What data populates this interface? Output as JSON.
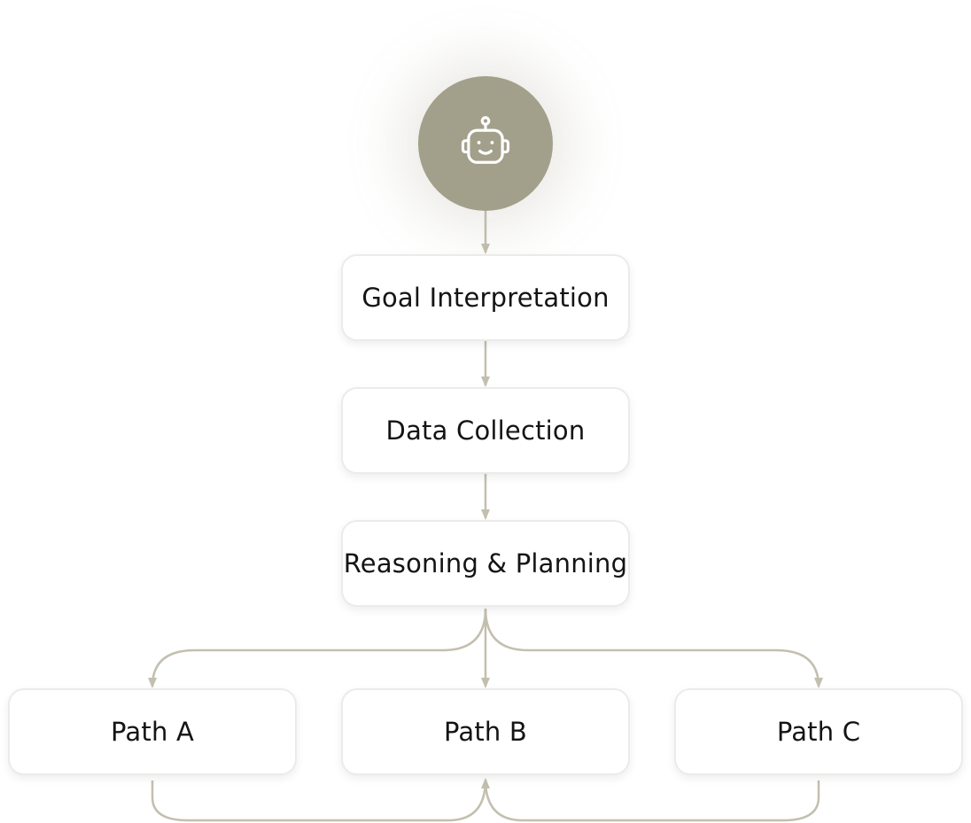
{
  "agent": {
    "icon": "robot-icon",
    "color": "#a29f8b"
  },
  "steps": {
    "goal": "Goal Interpretation",
    "data": "Data Collection",
    "reasoning": "Reasoning & Planning"
  },
  "paths": {
    "a": "Path A",
    "b": "Path B",
    "c": "Path C"
  },
  "colors": {
    "connector": "#c3bfaf",
    "agent": "#a29f8b",
    "node_border": "#ecebe8",
    "text": "#141414"
  }
}
